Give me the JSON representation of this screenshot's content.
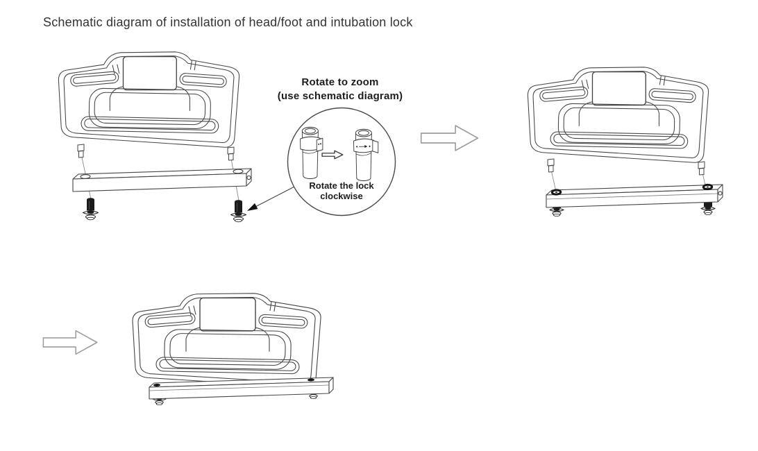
{
  "title": "Schematic diagram of installation of head/foot and intubation lock",
  "callout": {
    "heading_line1": "Rotate to zoom",
    "heading_line2": "(use schematic diagram)",
    "caption_line1": "Rotate the lock",
    "caption_line2": "clockwise"
  },
  "figures": {
    "step1": "head/foot board with intubation locks detached (exploded view)",
    "step2": "head/foot board with locks inserted through bottom rail",
    "step3": "head/foot board fully assembled",
    "inset": "zoom detail: rotate intubation lock clockwise"
  },
  "icons": {
    "step_arrow": "outline block arrow pointing right",
    "inset_arrow": "small outline arrow pointing right",
    "leader_arrow": "filled black arrowhead pointing at lock"
  },
  "colors": {
    "background": "#ffffff",
    "line_art": "#454545",
    "dark_lock": "#1b1b1b",
    "arrow_outline": "#9c9c9c",
    "text": "#1d1d1d"
  }
}
